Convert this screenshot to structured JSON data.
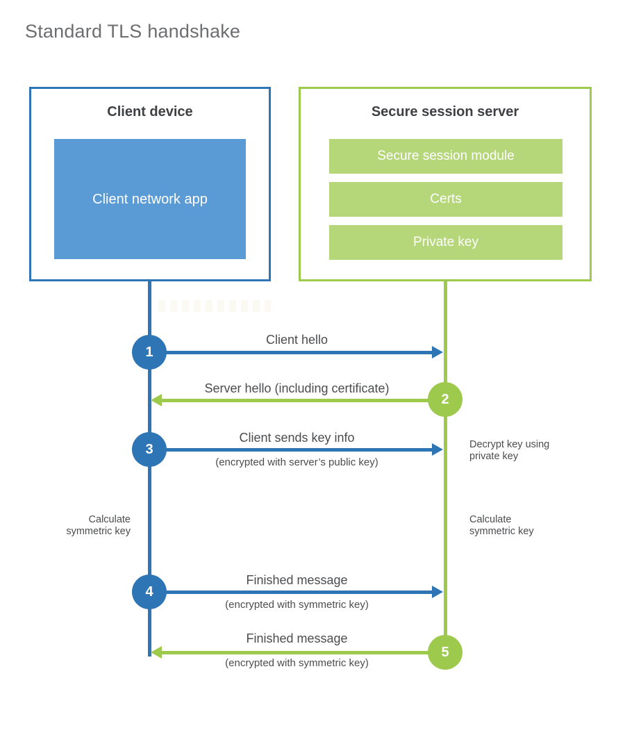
{
  "title": "Standard TLS handshake",
  "colors": {
    "blue": "#2e75b6",
    "blue_light": "#5b9bd5",
    "green": "#9dc94d",
    "green_light": "#b5d779",
    "heading_text": "#3f4043",
    "label_text": "#4b4c4e",
    "title_text": "#6d6e71"
  },
  "client": {
    "title": "Client device",
    "app": "Client network app"
  },
  "server": {
    "title": "Secure session server",
    "modules": [
      "Secure session module",
      "Certs",
      "Private key"
    ]
  },
  "steps": [
    {
      "num": "1",
      "label": "Client hello"
    },
    {
      "num": "2",
      "label": "Server hello (including certificate)"
    },
    {
      "num": "3",
      "label": "Client sends key info",
      "sublabel": "(encrypted with server’s public key)"
    },
    {
      "num": "4",
      "label": "Finished message",
      "sublabel": "(encrypted with symmetric key)"
    },
    {
      "num": "5",
      "label": "Finished message",
      "sublabel": "(encrypted with symmetric key)"
    }
  ],
  "annotations": {
    "decrypt": "Decrypt key using private key",
    "calc_client": "Calculate symmetric key",
    "calc_server": "Calculate symmetric key"
  }
}
